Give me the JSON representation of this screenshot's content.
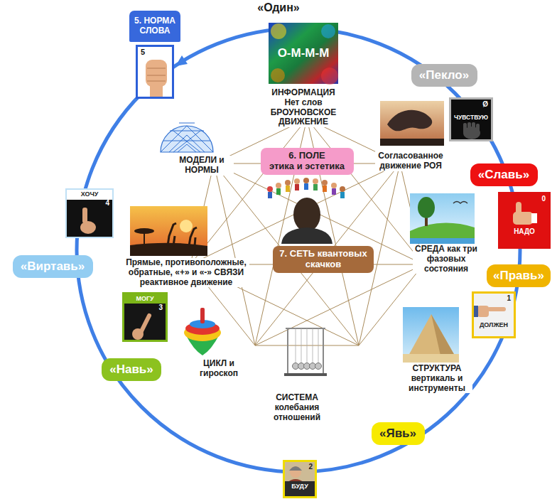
{
  "diagram": {
    "nodes": [
      {
        "text": [
          "5. НОРМА СЛОВА"
        ]
      },
      {
        "text": [
          "5"
        ]
      },
      {
        "text": [
          "О-М-М-М"
        ]
      },
      {
        "text": [
          "«Пекло»"
        ]
      },
      {
        "text": [
          "Ø",
          "ЧУВСТВУЮ"
        ]
      },
      {
        "text": [
          "6. ПОЛЕ",
          "этика и эстетика"
        ]
      },
      {
        "text": [
          "«Славь»"
        ]
      },
      {
        "text": [
          "0",
          "НАДО"
        ]
      },
      {
        "text": [
          "ХОЧУ",
          "4"
        ]
      },
      {
        "text": [
          "«Виртавь»"
        ]
      },
      {
        "text": [
          "7. СЕТЬ квантовых скачков"
        ]
      },
      {
        "text": [
          "«Правь»"
        ]
      },
      {
        "text": [
          "1",
          "ДОЛЖЕН"
        ]
      },
      {
        "text": [
          "МОГУ",
          "3"
        ]
      },
      {
        "text": [
          "«Навь»"
        ]
      },
      {
        "text": [
          "«Явь»"
        ]
      },
      {
        "text": [
          "2",
          "БУДУ"
        ]
      }
    ],
    "labels": [
      "«Один»",
      "ИНФОРМАЦИЯ Нет слов БРОУНОВСКОЕ ДВИЖЕНИЕ",
      "МОДЕЛИ и НОРМЫ",
      "Согласованное движение РОЯ",
      "Прямые, противоположные, обратные, «+» и «-» СВЯЗИ реактивное движение",
      "СРЕДА как три фазовых состояния",
      "ЦИКЛ и гироскоп",
      "СТРУКТУРА вертикаль и инструменты",
      "СИСТЕМА колебания отношений"
    ]
  }
}
